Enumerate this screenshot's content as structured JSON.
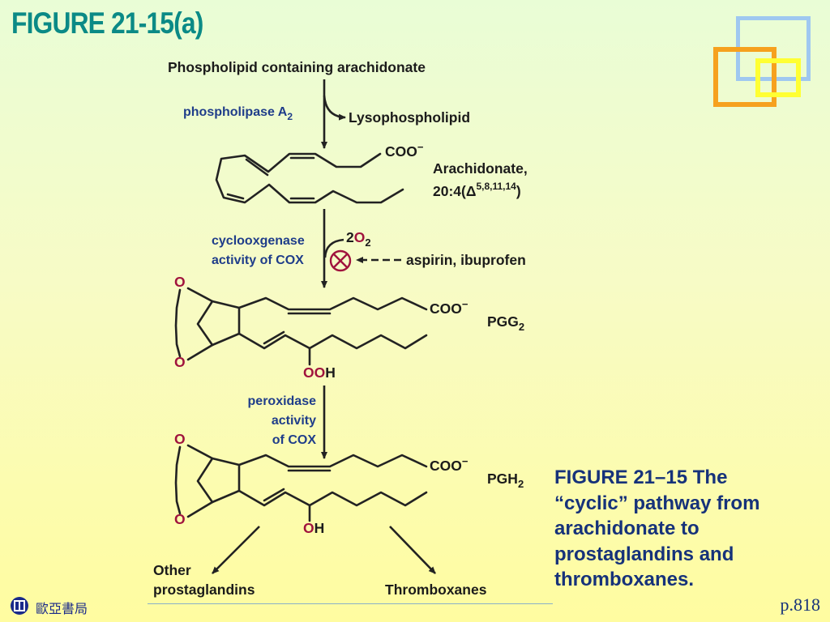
{
  "slide": {
    "title": "FIGURE 21-15(a)",
    "caption": "FIGURE 21–15 The “cyclic” pathway from arachidonate to prostaglandins and thromboxanes.",
    "page_number": "p.818",
    "publisher": "歐亞書局"
  },
  "diagram": {
    "phospholipid": "Phospholipid containing arachidonate",
    "phospholipase": "phospholipase A",
    "phospholipase_sub": "2",
    "lysophospholipid": "Lysophospholipid",
    "coo": "COO",
    "coo_charge": "−",
    "arachidonate_line1": "Arachidonate,",
    "arachidonate_line2_pre": "20:4(Δ",
    "arachidonate_sup": "5,8,11,14",
    "arachidonate_close": ")",
    "cox_line1": "cyclooxgenase",
    "cox_line2": "activity of COX",
    "o2_coeff": "2",
    "o2_o": "O",
    "o2_sub": "2",
    "inhibitors": "aspirin, ibuprofen",
    "ring_o": "O",
    "pgg2": "PGG",
    "pgg2_sub": "2",
    "pgh2": "PGH",
    "pgh2_sub": "2",
    "ooh_oo": "OO",
    "oh_o": "O",
    "h": "H",
    "perox_line1": "peroxidase",
    "perox_line2": "activity",
    "perox_line3": "of COX",
    "other_line1": "Other",
    "other_line2": "prostaglandins",
    "thromboxanes": "Thromboxanes"
  },
  "colors": {
    "title": "#0b8a86",
    "enzyme_text": "#1f3d8a",
    "oxygen": "#a0133d",
    "caption": "#16327a",
    "deco_blue": "#9fc8f0",
    "deco_orange": "#f6a11e",
    "deco_yellow": "#ffff33"
  },
  "icons": [
    "inhibition-circle-icon",
    "publisher-logo-icon"
  ]
}
